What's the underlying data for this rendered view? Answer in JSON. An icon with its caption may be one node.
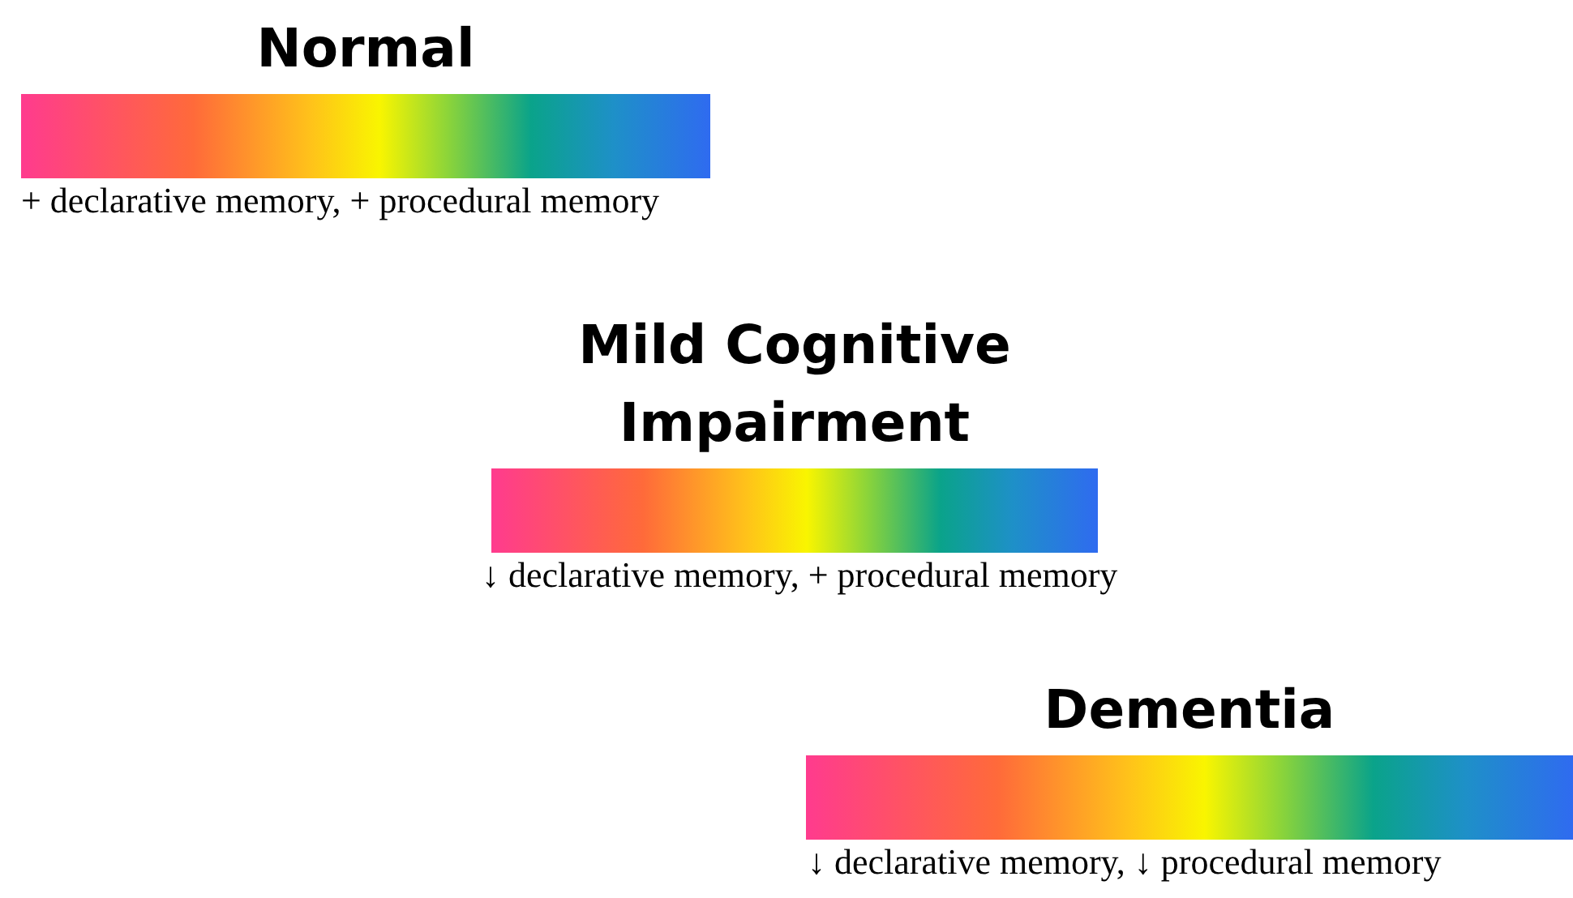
{
  "diagram": {
    "nodes": [
      {
        "text": [
          "Normal"
        ],
        "beside": [
          "+ declarative memory, + procedural memory"
        ]
      },
      {
        "text": [
          "Mild Cognitive Impairment"
        ],
        "beside": [
          "↓ declarative memory, + procedural memory"
        ]
      },
      {
        "text": [
          "Dementia"
        ],
        "beside": [
          "↓ declarative memory, ↓ procedural memory"
        ]
      }
    ]
  }
}
